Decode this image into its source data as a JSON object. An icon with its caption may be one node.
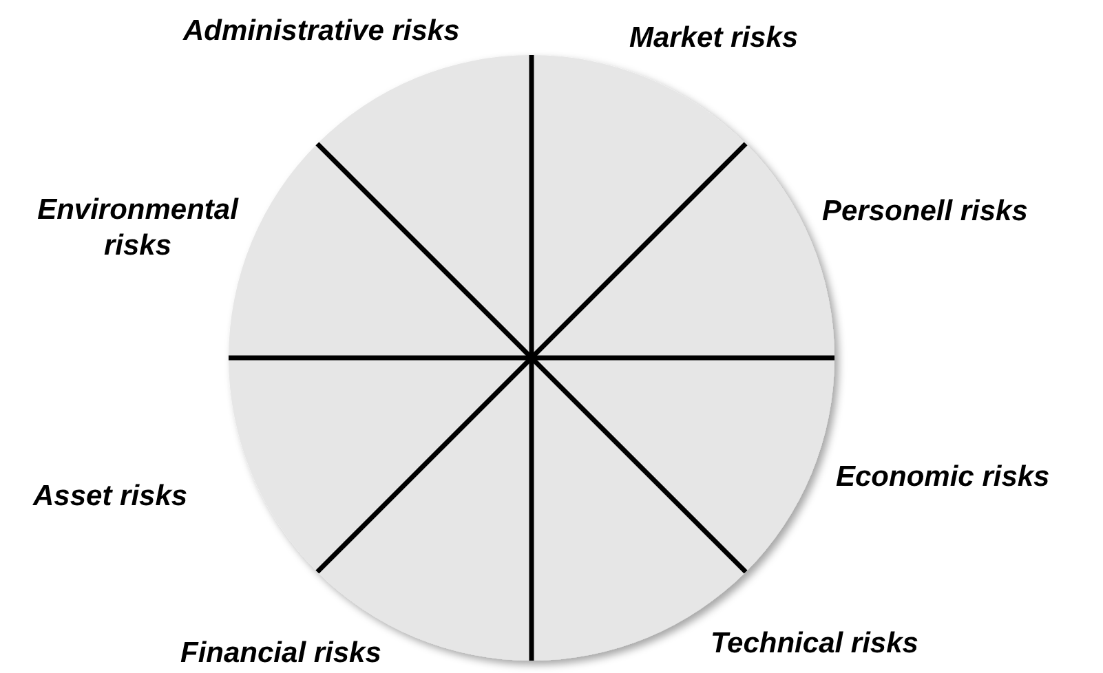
{
  "diagram": {
    "labels": [
      "Administrative risks",
      "Market risks",
      "Environmental risks",
      "Personell risks",
      "Economic risks",
      "Asset risks",
      "Financial risks",
      "Technical risks"
    ]
  }
}
